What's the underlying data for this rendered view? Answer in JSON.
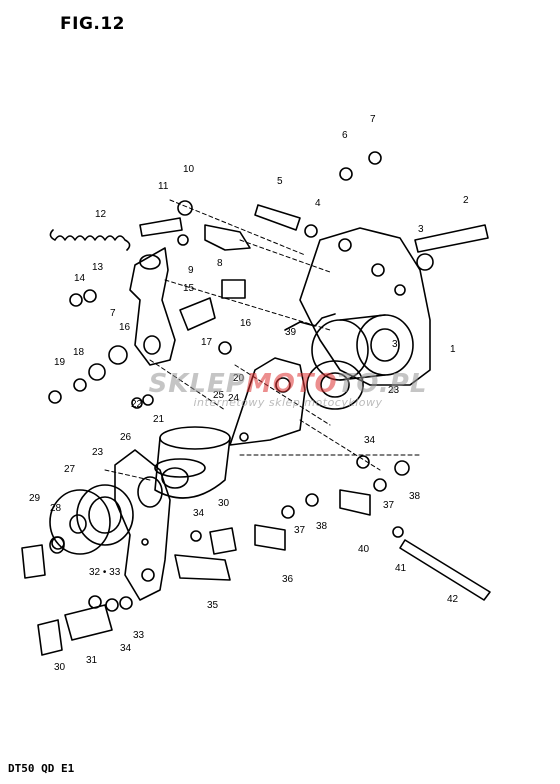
{
  "figure_title": "FIG.12",
  "model_code": "DT50 QD E1",
  "watermark": {
    "part1": "SKLEP",
    "part2": "MOTO",
    "part3": "TO.PL",
    "tagline": "internetowy sklep motocyklowy",
    "brand_color": "#dc3232"
  },
  "callouts": [
    "1",
    "2",
    "3",
    "3",
    "4",
    "5",
    "6",
    "7",
    "7",
    "8",
    "9",
    "10",
    "11",
    "12",
    "13",
    "14",
    "15",
    "16",
    "16",
    "17",
    "18",
    "19",
    "20",
    "21",
    "22",
    "23",
    "23",
    "24",
    "25",
    "26",
    "27",
    "28",
    "29",
    "30",
    "30",
    "31",
    "32 • 33",
    "33",
    "34",
    "34",
    "34",
    "35",
    "36",
    "37",
    "37",
    "38",
    "38",
    "39",
    "40",
    "41",
    "42"
  ]
}
